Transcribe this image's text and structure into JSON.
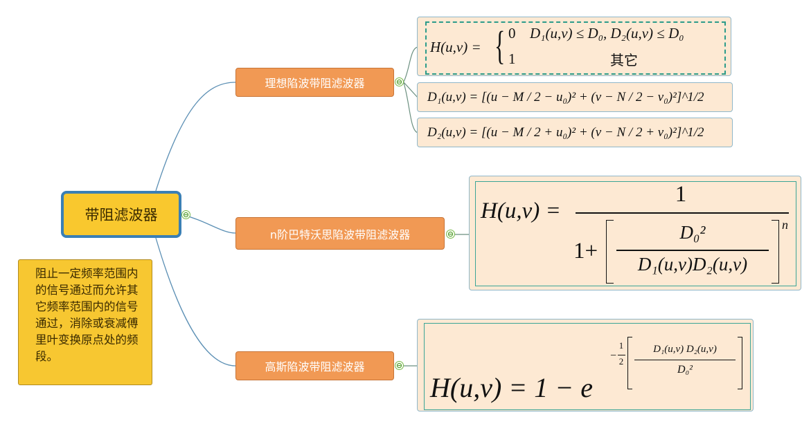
{
  "root": {
    "label": "带阻滤波器"
  },
  "note": {
    "text": "阻止一定频率范围内的信号通过而允许其它频率范围内的信号通过，消除或衰减傅里叶变换原点处的频段。"
  },
  "branches": [
    {
      "label": "理想陷波带阻滤波器",
      "toggle": "⊖"
    },
    {
      "label": "n阶巴特沃思陷波带阻滤波器",
      "toggle": "⊖"
    },
    {
      "label": "高斯陷波带阻滤波器",
      "toggle": "⊖"
    }
  ],
  "root_toggle": "⊖",
  "formulas": {
    "ideal_h": {
      "lhs": "H(u,v) =",
      "case1_value": "0",
      "case1_condition": "D₁(u,v) ≤ D₀, D₂(u,v) ≤ D₀",
      "case2_value": "1",
      "case2_condition": "其它"
    },
    "d1": "D₁(u,v) = [(u − M / 2 − u₀)² + (v − N / 2 − v₀)²]^1/2",
    "d2": "D₂(u,v) = [(u − M / 2 + u₀)² + (v − N / 2 + v₀)²]^1/2",
    "butterworth": {
      "lhs": "H(u,v) =",
      "numerator": "1",
      "denominator_prefix": "1+",
      "inner_numerator": "D₀²",
      "inner_denominator": "D₁(u,v)D₂(u,v)",
      "exponent": "n"
    },
    "gaussian": {
      "lhs": "H(u,v) = 1 − e",
      "exp_sign": "−",
      "half_num": "1",
      "half_den": "2",
      "inner_numerator": "D₁(u,v) D₂(u,v)",
      "inner_denominator": "D₀²"
    }
  }
}
